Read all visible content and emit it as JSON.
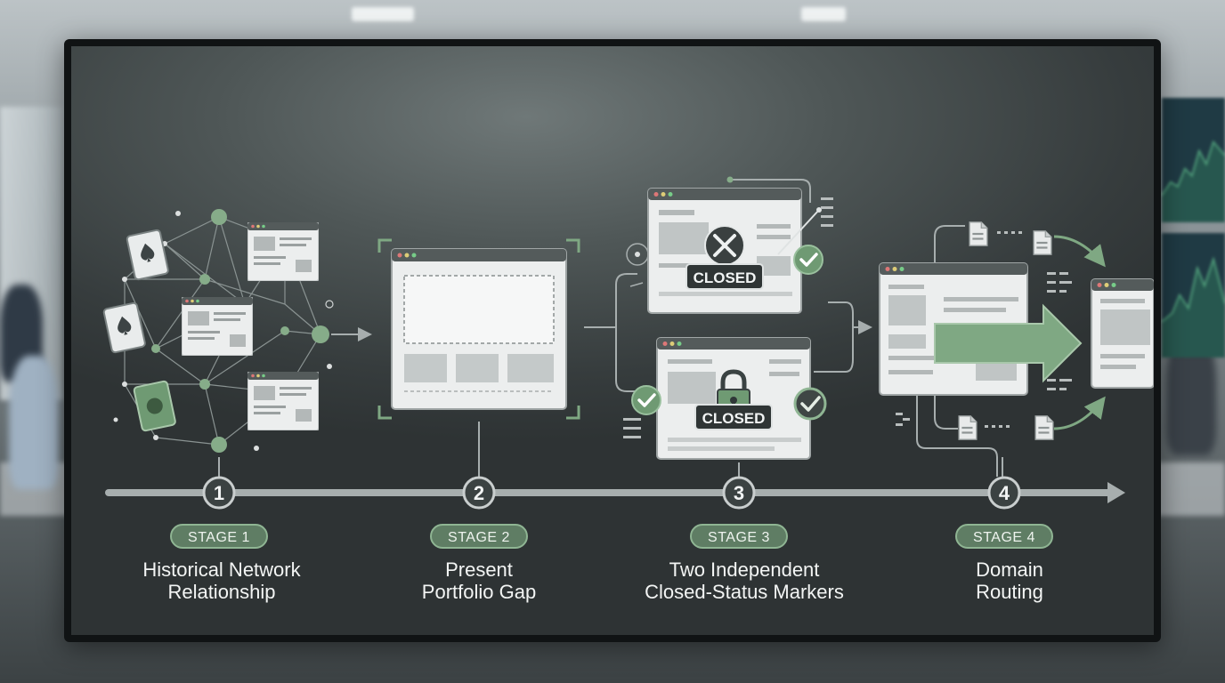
{
  "stages": [
    {
      "number": "1",
      "badge": "STAGE 1",
      "title_lines": [
        "Historical Network",
        "Relationship"
      ]
    },
    {
      "number": "2",
      "badge": "STAGE 2",
      "title_lines": [
        "Present",
        "Portfolio Gap"
      ]
    },
    {
      "number": "3",
      "badge": "STAGE 3",
      "title_lines": [
        "Two Independent",
        "Closed-Status Markers"
      ]
    },
    {
      "number": "4",
      "badge": "STAGE 4",
      "title_lines": [
        "Domain",
        "Routing"
      ]
    }
  ],
  "markers": {
    "closed_top": "CLOSED",
    "closed_bottom": "CLOSED"
  },
  "colors": {
    "accent_green": "#6f9a73",
    "badge_fill": "#5f7d64",
    "timeline": "#a7aeae",
    "panel": "#eceeee",
    "screen_bg": "#3d4344"
  }
}
